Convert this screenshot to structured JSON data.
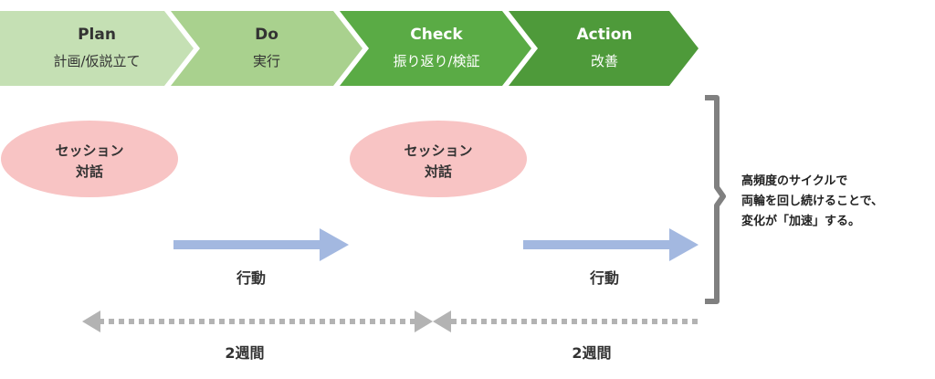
{
  "steps": [
    {
      "title": "Plan",
      "subtitle": "計画/仮説立て",
      "color": "#c5e0b4",
      "text_color": "#333333"
    },
    {
      "title": "Do",
      "subtitle": "実行",
      "color": "#a9d18e",
      "text_color": "#333333"
    },
    {
      "title": "Check",
      "subtitle": "振り返り/検証",
      "color": "#5aab45",
      "text_color": "#ffffff"
    },
    {
      "title": "Action",
      "subtitle": "改善",
      "color": "#4e9a3a",
      "text_color": "#ffffff"
    }
  ],
  "sessions": [
    {
      "line1": "セッション",
      "line2": "対話",
      "color": "#f8c4c4"
    },
    {
      "line1": "セッション",
      "line2": "対話",
      "color": "#f8c4c4"
    }
  ],
  "actions": [
    {
      "label": "行動"
    },
    {
      "label": "行動"
    }
  ],
  "arrow_color": "#a3b8e0",
  "periods": [
    {
      "label": "2週間"
    },
    {
      "label": "2週間"
    }
  ],
  "dotted_color": "#b3b3b3",
  "brace_color": "#808080",
  "note": {
    "lines": [
      "高頻度のサイクルで",
      "両輪を回し続けることで、",
      "変化が「加速」する。"
    ]
  }
}
